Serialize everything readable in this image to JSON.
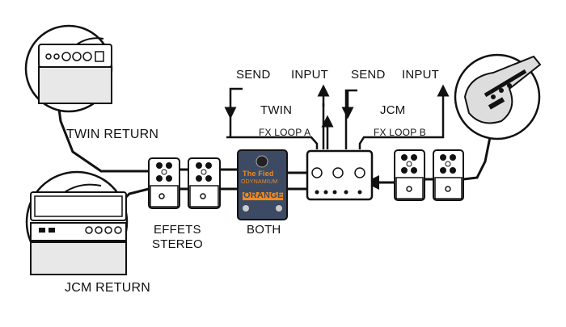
{
  "labels": {
    "twin_return": "TWIN RETURN",
    "jcm_return": "JCM RETURN",
    "effets_line1": "EFFETS",
    "effets_line2": "STEREO",
    "both": "BOTH",
    "send_a": "SEND",
    "input_a": "INPUT",
    "twin": "TWIN",
    "fx_loop_a": "FX LOOP A",
    "send_b": "SEND",
    "input_b": "INPUT",
    "jcm": "JCM",
    "fx_loop_b": "FX LOOP B"
  },
  "orange_pedal": {
    "line1": "The Fied",
    "line2": "ODYNAMIUM",
    "brand": "ORANGE"
  },
  "colors": {
    "orange_pedal_body": "#3d4a63",
    "orange_brand": "#f08a1c",
    "line": "#111111"
  }
}
